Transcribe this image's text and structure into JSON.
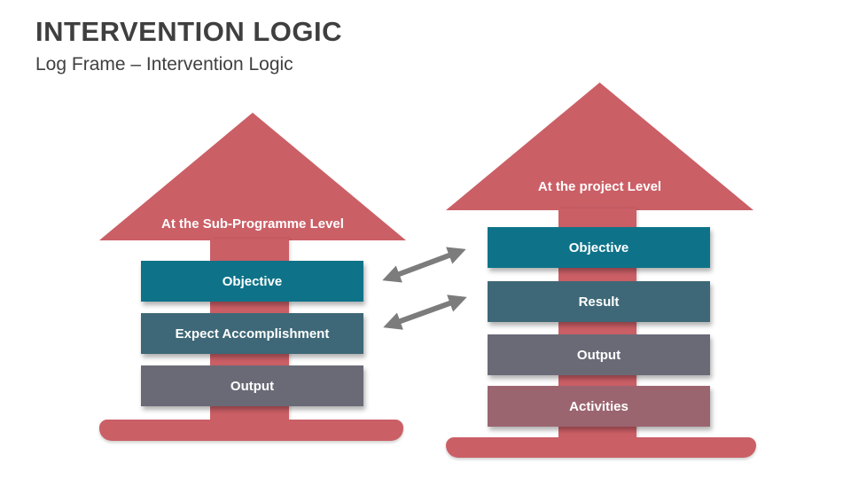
{
  "slide": {
    "title": "INTERVENTION LOGIC",
    "subtitle": "Log Frame – Intervention Logic"
  },
  "colors": {
    "arrow_red": "#cb5f66",
    "box_teal": "#0e7389",
    "box_slate_teal": "#3e6877",
    "box_gray": "#6a6a77",
    "box_mauve": "#9b6570",
    "connector_gray": "#7c7c7c",
    "title_text": "#3f3f3f",
    "box_text": "#ffffff"
  },
  "left_diagram": {
    "label": "At the Sub-Programme Level",
    "boxes": [
      {
        "label": "Objective",
        "color": "#0e7389"
      },
      {
        "label": "Expect Accomplishment",
        "color": "#3e6877"
      },
      {
        "label": "Output",
        "color": "#6a6a77"
      }
    ]
  },
  "right_diagram": {
    "label": "At the project Level",
    "boxes": [
      {
        "label": "Objective",
        "color": "#0e7389"
      },
      {
        "label": "Result",
        "color": "#3e6877"
      },
      {
        "label": "Output",
        "color": "#6a6a77"
      },
      {
        "label": "Activities",
        "color": "#9b6570"
      }
    ]
  },
  "connectors": [
    {
      "type": "double-arrow",
      "from": "left Objective",
      "to": "right Objective"
    },
    {
      "type": "double-arrow",
      "from": "left Expect Accomplishment",
      "to": "right Result"
    }
  ]
}
